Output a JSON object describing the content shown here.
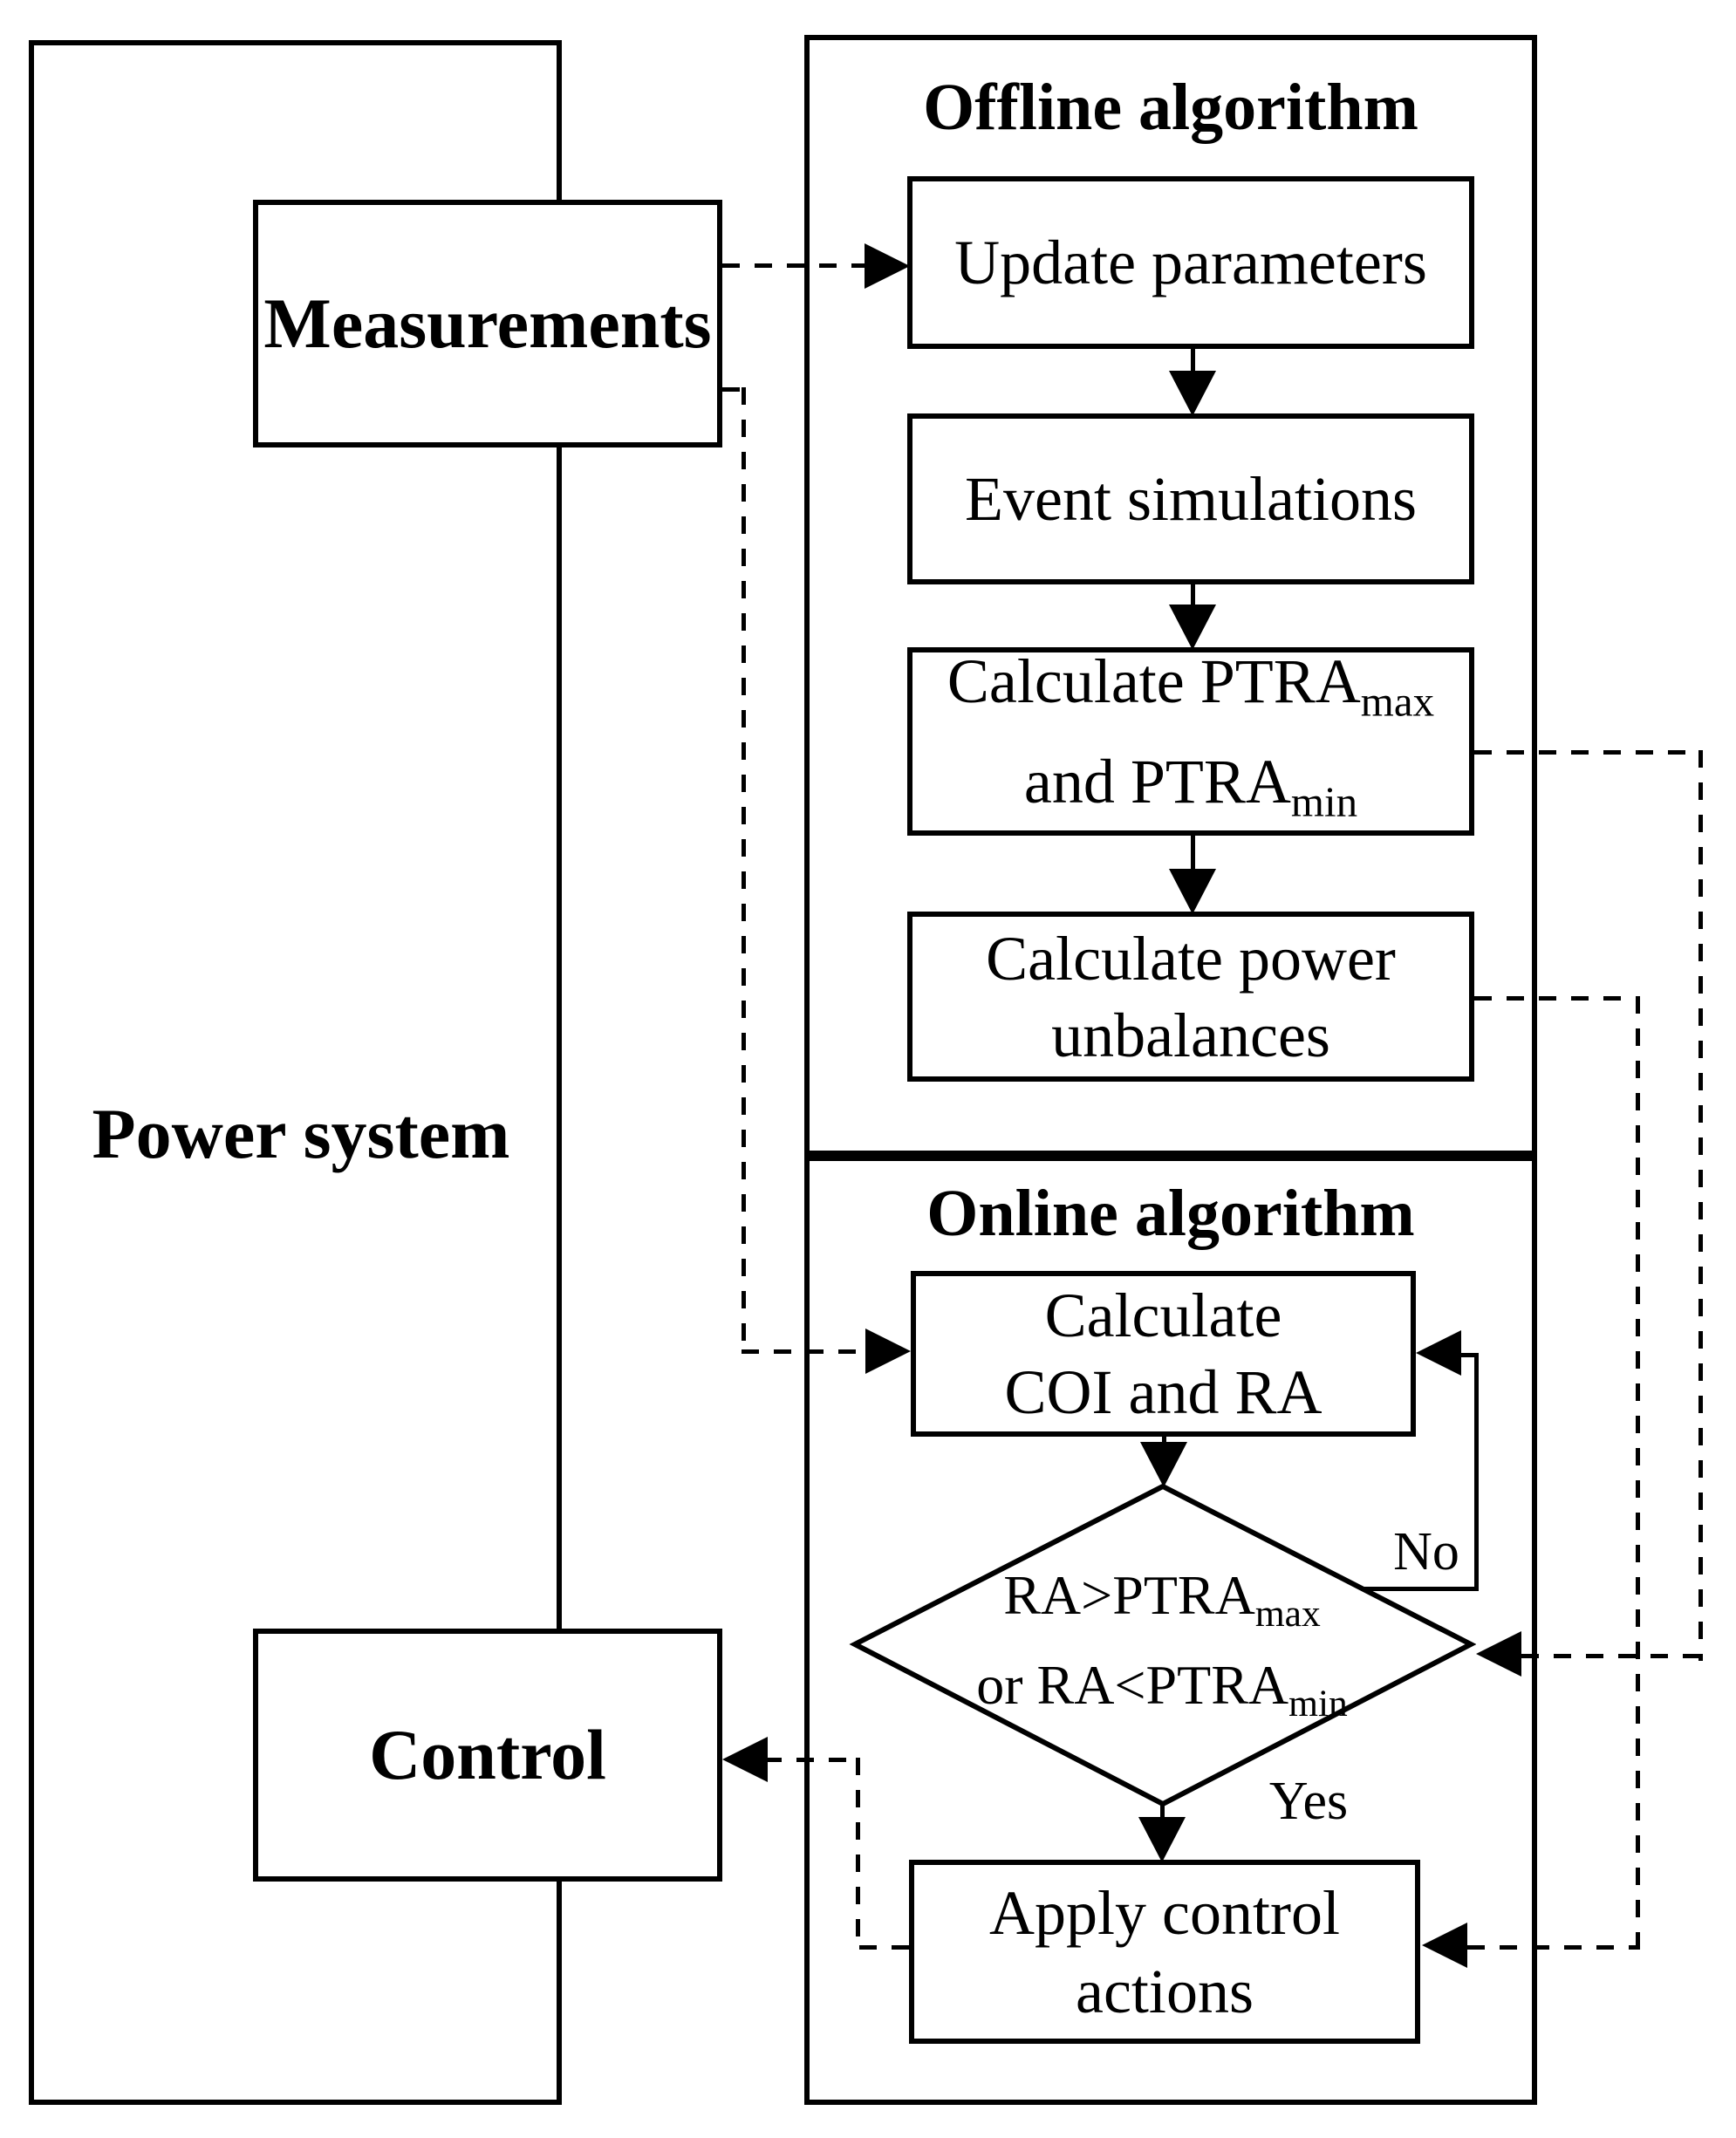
{
  "diagram": {
    "power_system": {
      "label": "Power system"
    },
    "measurements": {
      "label": "Measurements"
    },
    "control": {
      "label": "Control"
    },
    "offline": {
      "title": "Offline algorithm",
      "steps": {
        "update_parameters": "Update parameters",
        "event_simulations": "Event simulations",
        "calc_ptra": {
          "line1_main": "Calculate PTRA",
          "line1_sub": "max",
          "line2_main": "and PTRA",
          "line2_sub": "min"
        },
        "calc_unbalances": {
          "line1": "Calculate power",
          "line2": "unbalances"
        }
      }
    },
    "online": {
      "title": "Online algorithm",
      "steps": {
        "calc_coi": {
          "line1": "Calculate",
          "line2": "COI and RA"
        },
        "decision": {
          "line1_main": "RA>PTRA",
          "line1_sub": "max",
          "line2_main": "or RA<PTRA",
          "line2_sub": "min"
        },
        "apply_control": {
          "line1": "Apply control",
          "line2": "actions"
        }
      }
    },
    "labels": {
      "no": "No",
      "yes": "Yes"
    },
    "colors": {
      "stroke": "#000000",
      "background": "#ffffff"
    }
  }
}
